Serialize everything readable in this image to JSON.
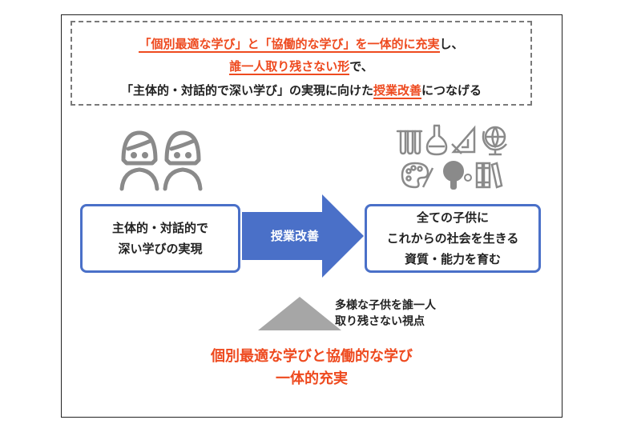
{
  "header": {
    "line1_parts": [
      "「個別最適な学び」と「協働的な学び」を一体的に充実",
      "し、"
    ],
    "line2_parts": [
      "誰一人取り残さない形",
      "で、"
    ],
    "line3_parts": [
      "「主体的・対話的で深い学び」の実現に向けた",
      "授業改善",
      "につなげる"
    ]
  },
  "left_box": {
    "line1": "主体的・対話的で",
    "line2": "深い学びの実現"
  },
  "arrow_label": "授業改善",
  "right_box": {
    "line1": "全ての子供に",
    "line2": "これからの社会を生きる",
    "line3": "資質・能力を育む"
  },
  "triangle_text": {
    "line1": "多様な子供を誰一人",
    "line2": "取り残さない視点"
  },
  "bottom_text": {
    "line1": "個別最適な学びと協働的な学び",
    "line2": "一体的充実"
  },
  "colors": {
    "accent_orange": "#ee4a1f",
    "box_blue": "#4a70c8",
    "icon_gray": "#8a8a8a"
  },
  "icons": [
    "girls-icon",
    "test-tubes-icon",
    "flask-icon",
    "ruler-triangle-icon",
    "globe-icon",
    "palette-icon",
    "ping-pong-icon",
    "books-icon"
  ]
}
